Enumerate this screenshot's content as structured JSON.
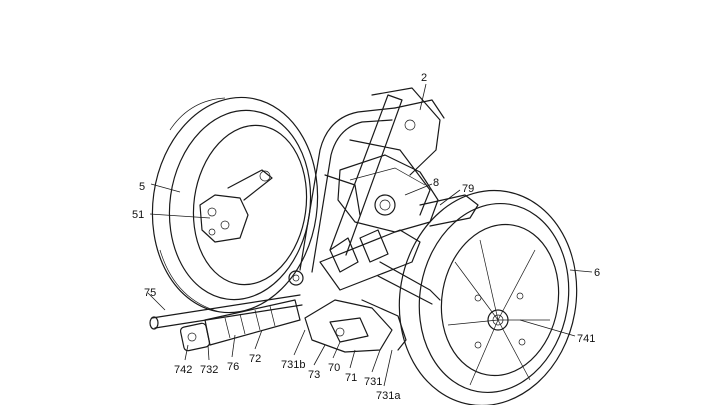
{
  "figure": {
    "labels": {
      "l2": "2",
      "l5": "5",
      "l51": "51",
      "l8": "8",
      "l79": "79",
      "l6": "6",
      "l75": "75",
      "l741": "741",
      "l742": "742",
      "l732": "732",
      "l76": "76",
      "l72": "72",
      "l731b": "731b",
      "l73": "73",
      "l70": "70",
      "l71": "71",
      "l731": "731",
      "l731a": "731a"
    }
  }
}
